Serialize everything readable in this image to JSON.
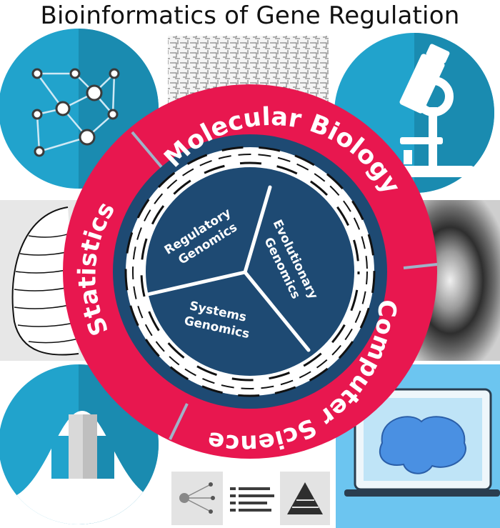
{
  "title": "Bioinformatics of Gene Regulation",
  "ring_labels": {
    "molecular_biology": "Molecular Biology",
    "computer_science": "Computer Science",
    "statistics": "Statistics"
  },
  "segments": {
    "regulatory": [
      "Regulatory",
      "Genomics"
    ],
    "evolutionary": [
      "Evolutionary",
      "Genomics"
    ],
    "systems": [
      "Systems",
      "Genomics"
    ]
  },
  "icons": [
    "network-icon",
    "maze-pattern-icon",
    "microscope-icon",
    "shell-drawing-icon",
    "diffraction-photo-icon",
    "bell-curve-icon",
    "laptop-brain-icon",
    "decision-tree-icon",
    "bar-list-icon",
    "pyramid-icon",
    "dna-helix-icon"
  ],
  "colors": {
    "crimson": "#E8174F",
    "navy": "#1E4A73",
    "teal": "#21A3CC",
    "teal_dark": "#1A8BB0",
    "light_blue": "#6CC5F0"
  }
}
